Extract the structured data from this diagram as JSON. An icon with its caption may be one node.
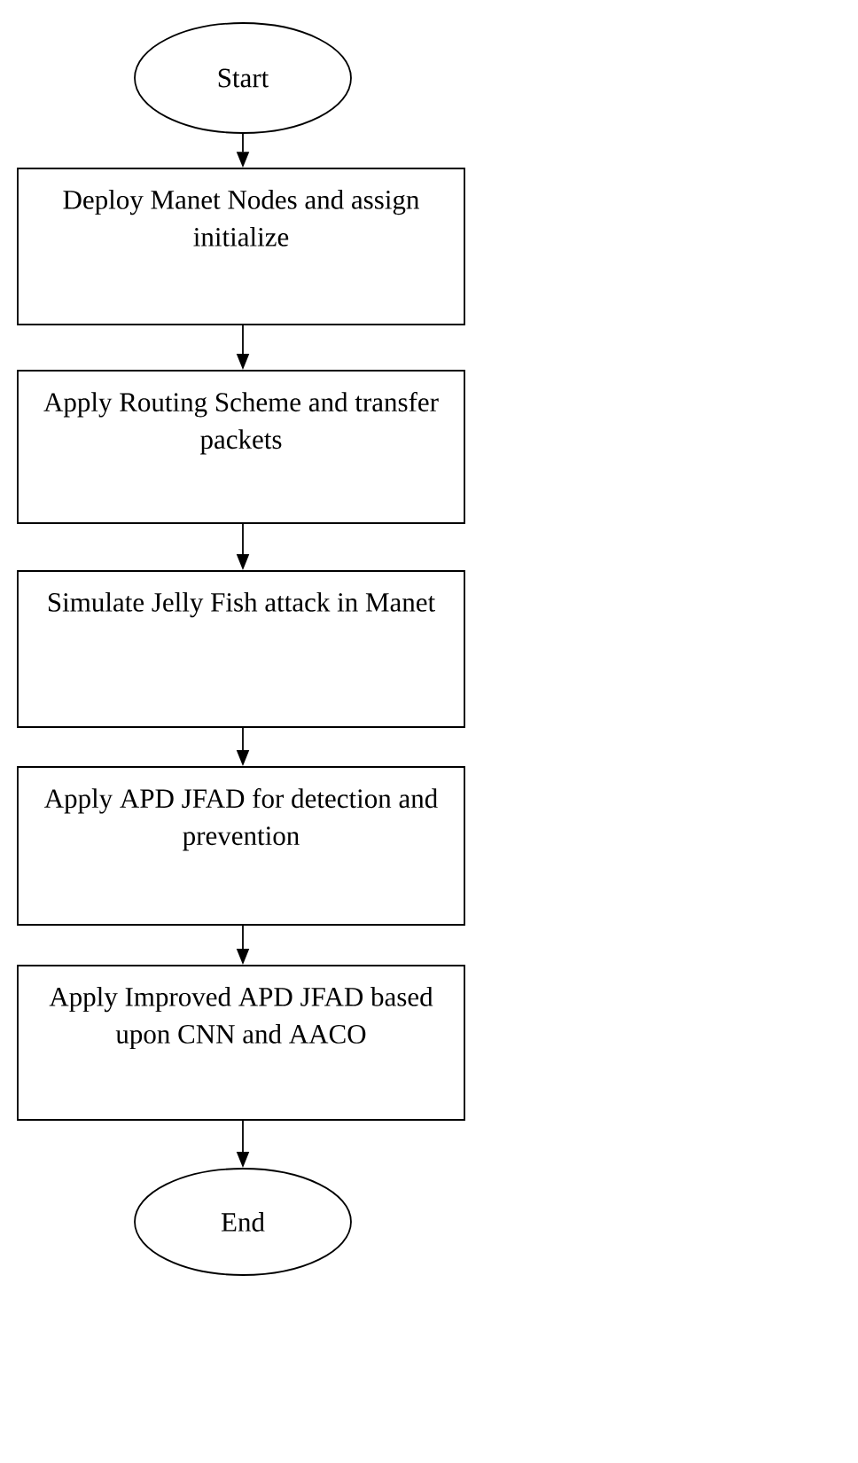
{
  "diagram": {
    "nodes": [
      {
        "text": [
          "Start"
        ]
      },
      {
        "text": [
          "Deploy Manet Nodes and assign initialize"
        ]
      },
      {
        "text": [
          "Apply Routing Scheme and transfer packets"
        ]
      },
      {
        "text": [
          "Simulate Jelly Fish attack in Manet"
        ]
      },
      {
        "text": [
          "Apply APD JFAD for detection and prevention"
        ]
      },
      {
        "text": [
          "Apply Improved APD JFAD based upon CNN and AACO"
        ]
      },
      {
        "text": [
          "End"
        ]
      }
    ],
    "edges": [
      {
        "from": 0,
        "to": 1,
        "arrow": "to"
      },
      {
        "from": 1,
        "to": 2,
        "arrow": "to"
      },
      {
        "from": 2,
        "to": 3,
        "arrow": "to"
      },
      {
        "from": 3,
        "to": 4,
        "arrow": "to"
      },
      {
        "from": 4,
        "to": 5,
        "arrow": "to"
      },
      {
        "from": 5,
        "to": 6,
        "arrow": "to"
      }
    ]
  }
}
